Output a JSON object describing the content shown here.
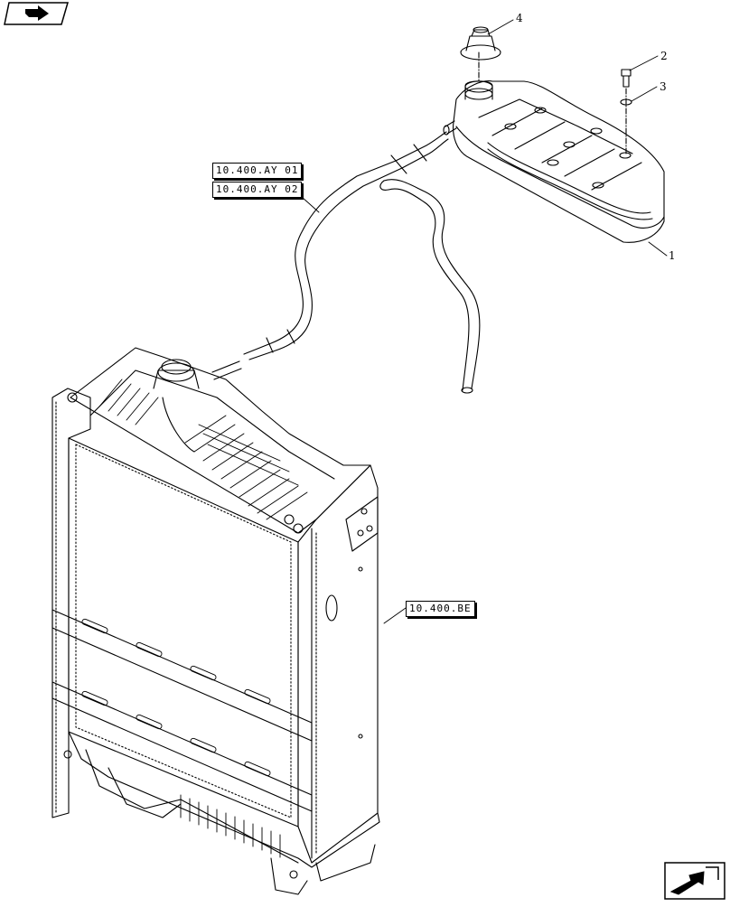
{
  "nav": {
    "prev_icon": "arrow-prev-icon",
    "next_icon": "arrow-next-icon"
  },
  "references": [
    {
      "label": "10.400.AY 01"
    },
    {
      "label": "10.400.AY 02"
    },
    {
      "label": "10.400.BE"
    }
  ],
  "items": {
    "tank": "1",
    "screw": "2",
    "washer": "3",
    "cap": "4"
  },
  "colors": {
    "line": "#000000",
    "background": "#ffffff"
  }
}
